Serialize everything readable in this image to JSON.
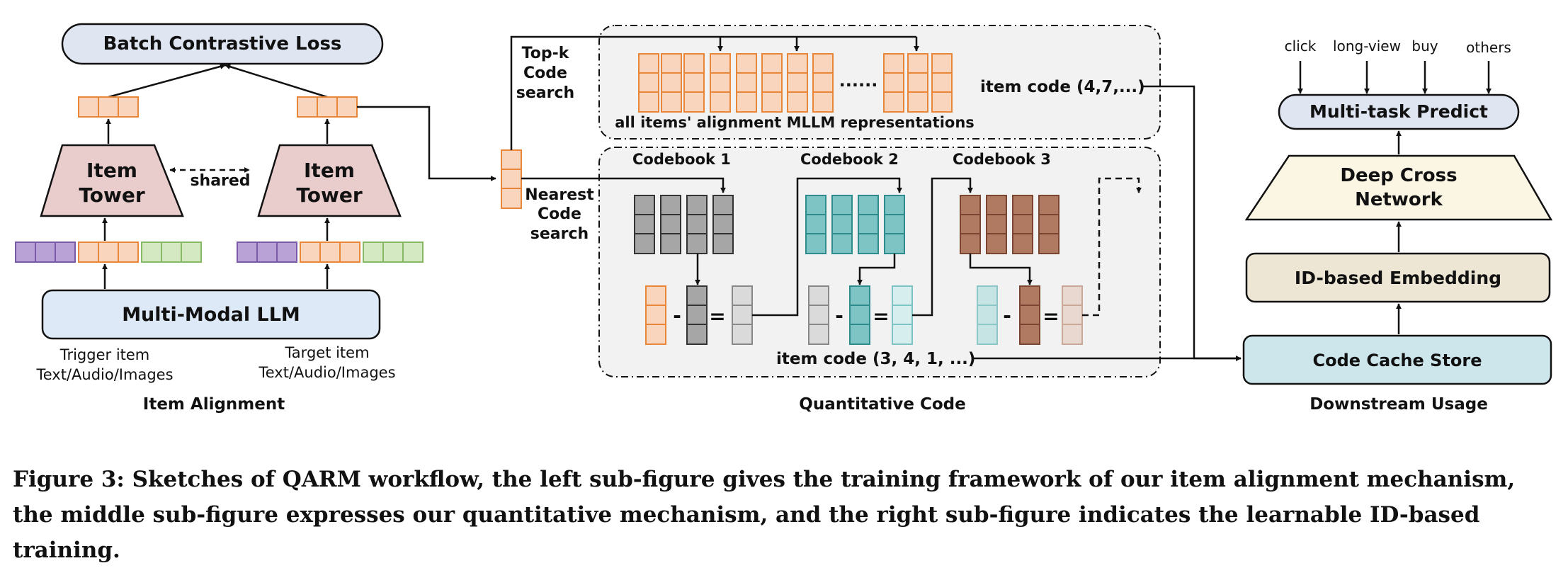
{
  "left": {
    "loss_label": "Batch Contrastive Loss",
    "tower_line1": "Item",
    "tower_line2": "Tower",
    "shared_label": "shared",
    "llm_label": "Multi-Modal LLM",
    "trigger_line1": "Trigger item",
    "trigger_line2": "Text/Audio/Images",
    "target_line1": "Target item",
    "target_line2": "Text/Audio/Images",
    "section_title": "Item Alignment"
  },
  "middle": {
    "topk_line1": "Top-k",
    "topk_line2": "Code",
    "topk_line3": "search",
    "nearest_line1": "Nearest",
    "nearest_line2": "Code",
    "nearest_line3": "search",
    "dots": "......",
    "reps_label": "all items' alignment MLLM representations",
    "top_item_code": "item code (4,7,...)",
    "codebooks": [
      "Codebook 1",
      "Codebook 2",
      "Codebook 3"
    ],
    "minus_sign": "-",
    "equals_sign": "=",
    "bottom_item_code": "item code (3, 4, 1, ...)",
    "section_title": "Quantitative Code"
  },
  "right": {
    "signals": [
      "click",
      "long-view",
      "buy",
      "others"
    ],
    "multitask_label": "Multi-task Predict",
    "dcn_line1": "Deep Cross",
    "dcn_line2": "Network",
    "id_embedding_label": "ID-based Embedding",
    "cache_label": "Code Cache Store",
    "section_title": "Downstream Usage"
  },
  "caption": "Figure 3: Sketches of QARM workflow, the left sub-figure gives the training framework of our item alignment mechanism, the middle sub-figure expresses our quantitative mechanism, and the right sub-figure indicates the learnable ID-based training.",
  "colors": {
    "orange_fill": "#f8d5bc",
    "orange_stroke": "#e8873a",
    "purple_fill": "#b9a3d6",
    "purple_stroke": "#7a5aa8",
    "green_fill": "#d4e9c2",
    "green_stroke": "#86b865",
    "gray_fill": "#a6a6a6",
    "teal_fill": "#7fc4c4",
    "teal_stroke": "#2f8c8c",
    "brown_fill": "#b07a62",
    "brown_stroke": "#7a4632",
    "tower_fill": "#e9cccc",
    "llm_fill": "#dde9f6",
    "pill_fill": "#dfe6f2",
    "dcn_fill": "#fbf6e3",
    "embed_fill": "#ede6d4",
    "cache_fill": "#cde6ec",
    "panel_fill": "#f2f2f2"
  }
}
